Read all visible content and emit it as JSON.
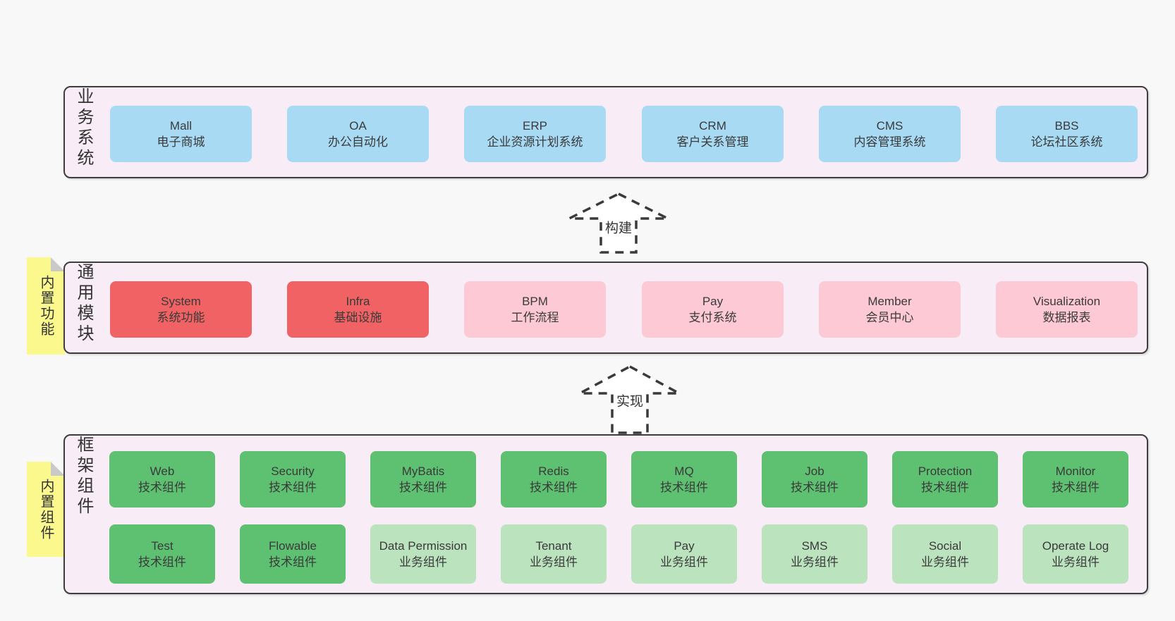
{
  "colors": {
    "page_bg": "#f8f8f8",
    "container_bg": "#f8edf6",
    "border": "#3d3d3d",
    "text": "#3a3a3a",
    "blue": "#a8daf4",
    "red": "#f06263",
    "pink": "#fcc9d4",
    "green": "#5ec071",
    "lightgreen": "#bae3be",
    "note_bg": "#fbf98e",
    "note_fold": "#c9c9c9"
  },
  "layers": [
    {
      "id": "business",
      "label": "业务系统",
      "boxes": [
        {
          "title": "Mall",
          "subtitle": "电子商城",
          "variant": "blue"
        },
        {
          "title": "OA",
          "subtitle": "办公自动化",
          "variant": "blue"
        },
        {
          "title": "ERP",
          "subtitle": "企业资源计划系统",
          "variant": "blue"
        },
        {
          "title": "CRM",
          "subtitle": "客户关系管理",
          "variant": "blue"
        },
        {
          "title": "CMS",
          "subtitle": "内容管理系统",
          "variant": "blue"
        },
        {
          "title": "BBS",
          "subtitle": "论坛社区系统",
          "variant": "blue"
        }
      ]
    },
    {
      "id": "modules",
      "label": "通用模块",
      "note": "内置功能",
      "boxes": [
        {
          "title": "System",
          "subtitle": "系统功能",
          "variant": "red"
        },
        {
          "title": "Infra",
          "subtitle": "基础设施",
          "variant": "red"
        },
        {
          "title": "BPM",
          "subtitle": "工作流程",
          "variant": "pink"
        },
        {
          "title": "Pay",
          "subtitle": "支付系统",
          "variant": "pink"
        },
        {
          "title": "Member",
          "subtitle": "会员中心",
          "variant": "pink"
        },
        {
          "title": "Visualization",
          "subtitle": "数据报表",
          "variant": "pink"
        }
      ]
    },
    {
      "id": "components",
      "label": "框架组件",
      "note": "内置组件",
      "rows": [
        [
          {
            "title": "Web",
            "subtitle": "技术组件",
            "variant": "green"
          },
          {
            "title": "Security",
            "subtitle": "技术组件",
            "variant": "green"
          },
          {
            "title": "MyBatis",
            "subtitle": "技术组件",
            "variant": "green"
          },
          {
            "title": "Redis",
            "subtitle": "技术组件",
            "variant": "green"
          },
          {
            "title": "MQ",
            "subtitle": "技术组件",
            "variant": "green"
          },
          {
            "title": "Job",
            "subtitle": "技术组件",
            "variant": "green"
          },
          {
            "title": "Protection",
            "subtitle": "技术组件",
            "variant": "green"
          },
          {
            "title": "Monitor",
            "subtitle": "技术组件",
            "variant": "green"
          }
        ],
        [
          {
            "title": "Test",
            "subtitle": "技术组件",
            "variant": "green"
          },
          {
            "title": "Flowable",
            "subtitle": "技术组件",
            "variant": "green"
          },
          {
            "title": "Data Permission",
            "subtitle": "业务组件",
            "variant": "lightgreen"
          },
          {
            "title": "Tenant",
            "subtitle": "业务组件",
            "variant": "lightgreen"
          },
          {
            "title": "Pay",
            "subtitle": "业务组件",
            "variant": "lightgreen"
          },
          {
            "title": "SMS",
            "subtitle": "业务组件",
            "variant": "lightgreen"
          },
          {
            "title": "Social",
            "subtitle": "业务组件",
            "variant": "lightgreen"
          },
          {
            "title": "Operate Log",
            "subtitle": "业务组件",
            "variant": "lightgreen"
          }
        ]
      ]
    }
  ],
  "arrows": [
    {
      "label": "构建"
    },
    {
      "label": "实现"
    }
  ]
}
